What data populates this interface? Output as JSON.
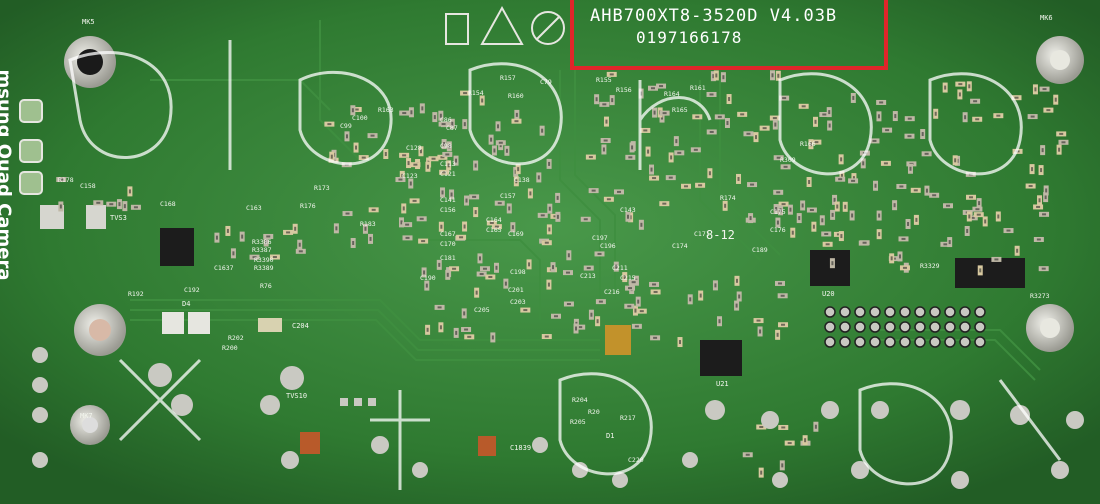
{
  "board": {
    "model_line": "AHB700XT8-3520D V4.03B",
    "serial_line": "0197166178",
    "side_text": "msung Quad Camera",
    "date_code": "8-12",
    "marks": {
      "mk5": "MK5",
      "mk7": "MK7",
      "mk6": "MK6",
      "tvs3": "TVS3",
      "tvs10": "TVS10",
      "d4": "D4",
      "d1": "D1",
      "u20": "U20",
      "u21": "U21",
      "c204": "C204",
      "c1839": "C1839"
    }
  },
  "colors": {
    "pcb": "#2f7a31",
    "silkscreen": "#f3f6ee",
    "highlight": "#e0262a",
    "pad": "#c9c9c2",
    "chip": "#1c1c1c"
  },
  "components": {
    "labels": [
      "R154",
      "R157",
      "R160",
      "R155",
      "R156",
      "R164",
      "R165",
      "R161",
      "C79",
      "C99",
      "C100",
      "R163",
      "C86",
      "C87",
      "C98",
      "C113",
      "C121",
      "C128",
      "C123",
      "C138",
      "C141",
      "C156",
      "C157",
      "C164",
      "C165",
      "C167",
      "C170",
      "C169",
      "C181",
      "C190",
      "C197",
      "C198",
      "C196",
      "C175",
      "C176",
      "C189",
      "R173",
      "R176",
      "R178",
      "C158",
      "C168",
      "C163",
      "R3386",
      "R3387",
      "R3390",
      "R3389",
      "C1637",
      "R76",
      "R183",
      "R192",
      "R204",
      "R20",
      "R205",
      "C220",
      "R217",
      "C174",
      "C171",
      "R174",
      "C143",
      "R166",
      "R309",
      "R3329",
      "R3273",
      "C211",
      "C213",
      "C215",
      "C216",
      "C205",
      "R202",
      "R200",
      "C192",
      "C201",
      "C203"
    ]
  }
}
